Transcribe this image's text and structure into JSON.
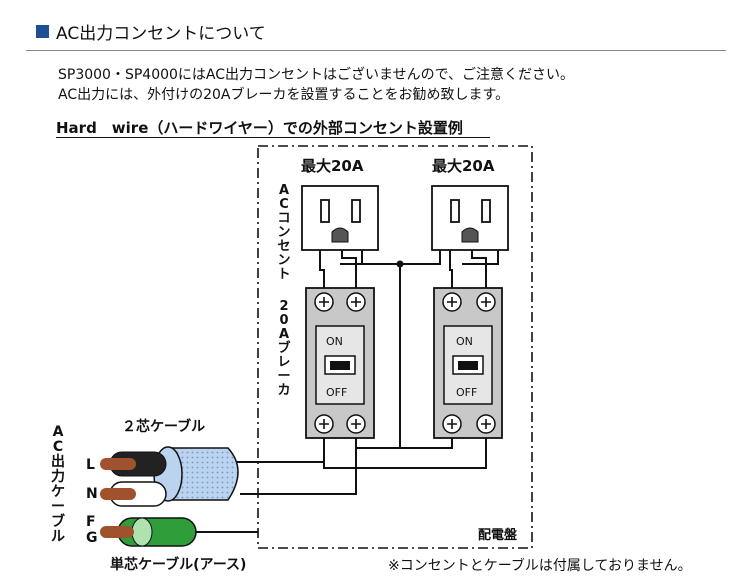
{
  "header": {
    "title": "AC出力コンセントについて"
  },
  "intro": {
    "line1": "SP3000・SP4000にはAC出力コンセントはございませんので、ご注意ください。",
    "line2": "AC出力には、外付けの20Aブレーカを設置することをお勧め致します。"
  },
  "diagram": {
    "title": "Hard　wire（ハードワイヤー）での外部コンセント設置例",
    "outlet_vertical_label": "ACコンセント",
    "breaker_vertical_label": "20Aブレーカ",
    "max_label_left": "最大20A",
    "max_label_right": "最大20A",
    "breaker_on": "ON",
    "breaker_off": "OFF",
    "panel_label": "配電盤",
    "cable_2core": "２芯ケーブル",
    "cable_single": "単芯ケーブル(アース)",
    "ac_output_cable": "AC出力ケーブル",
    "wire_l": "L",
    "wire_n": "N",
    "wire_f": "F",
    "wire_g": "G",
    "note": "※コンセントとケーブルは付属しておりません。"
  },
  "colors": {
    "accent": "#1f4f93",
    "cable_blue": "#bcd3ef",
    "earth_green": "#2f9e3a",
    "copper": "#a0522d",
    "breaker_gray": "#c8c8c8"
  }
}
